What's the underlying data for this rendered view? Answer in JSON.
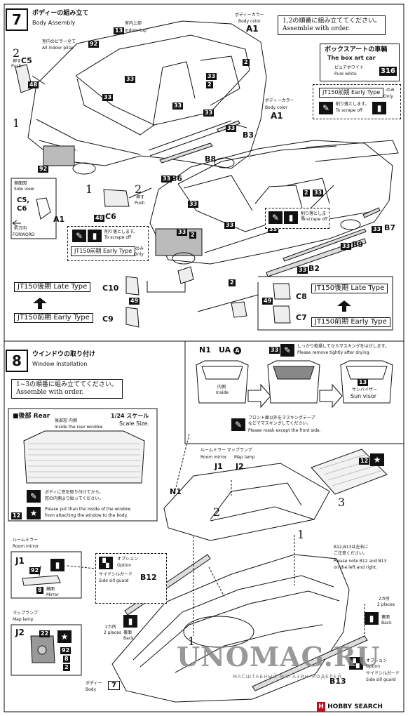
{
  "step7": {
    "number": "7",
    "title_jp": "ボディーの組み立て",
    "title_en": "Body Assembly",
    "body_color_1_jp": "ボディーカラー",
    "body_color_1_en": "Body color",
    "body_color_1_code": "A1",
    "body_color_2_jp": "ボディーカラー",
    "body_color_2_en": "Body color",
    "body_color_2_code": "A1",
    "interior_top_jp": "室内上部",
    "interior_top_en": "Indoor top",
    "interior_top_color": "13",
    "pillar_jp": "室内のピラー全て",
    "pillar_en": "All indoor pillar",
    "pillar_color": "92",
    "assemble_jp": "1,2の順番に組み立ててください。",
    "assemble_en": "Assemble with order.",
    "boxart_jp": "ボックスアートの車輌",
    "boxart_en": "The box art car",
    "pure_white_jp": "ピュアホワイト",
    "pure_white_en": "Pure white",
    "pure_white_code": "316",
    "jt150_early_label": "JT150前期 Early Type",
    "only_jp": "のみ",
    "only_en": "Only",
    "scrape_jp": "削り落とします。",
    "scrape_en": "To scrape off",
    "side_view_jp": "側面図",
    "side_view_en": "Side view",
    "forward_jp": "前方向",
    "forward_en": "FORWORD",
    "c5c6_label": "C5,\nC6",
    "push_jp": "押す",
    "push_en": "Push",
    "late_type_label": "JT150後期 Late Type",
    "early_type_label": "JT150前期 Early Type",
    "parts": {
      "c5": "C5",
      "c6": "C6",
      "c7": "C7",
      "c8": "C8",
      "c9": "C9",
      "c10": "C10",
      "b3": "B3",
      "b6": "B6",
      "b7": "B7",
      "b8": "B8",
      "b9": "B9",
      "b2": "B2",
      "a1": "A1"
    },
    "color_codes": {
      "c33": "33",
      "c2": "2",
      "c92": "92",
      "c48": "48",
      "c49": "49"
    },
    "step_marks": {
      "one": "1",
      "two": "2"
    }
  },
  "step8": {
    "number": "8",
    "title_jp": "ウインドウの取り付け",
    "title_en": "Window Installation",
    "assemble_jp": "1~3の順番に組み立ててください。",
    "assemble_en": "Assemble with order.",
    "rear_jp": "後部",
    "rear_en": "Rear",
    "rear_window_jp": "後部窓 内側",
    "rear_window_en": "Inside the rear window",
    "scale_jp": "1/24 スケール",
    "scale_en": "Scale Size.",
    "rear_note_jp1": "ボディに窓を取り付けてから、",
    "rear_note_jp2": "窓の内側より貼ってください。",
    "rear_note_en1": "Please put than the inside of the window",
    "rear_note_en2": "from attaching the window to the body.",
    "rear_color": "12",
    "n1": "N1",
    "ua": "UA",
    "inside_jp": "内側",
    "inside_en": "Inside",
    "mask_remove_jp": "しっかり乾燥してからマスキングをはがします。",
    "mask_remove_en": "Please remove tightly after drying.",
    "mask_color": "33",
    "mask_front_jp1": "フロント面以外をマスキングテープ",
    "mask_front_jp2": "などでマスキングしてください。",
    "mask_front_en": "Please mask except the front side.",
    "sun_visor_jp": "サンバイザー",
    "sun_visor_en": "Sun visor",
    "sun_visor_color": "13",
    "room_mirror_map_jp": "ルームミラー マップランプ",
    "room_mirror_en": "Room mirror",
    "map_lamp_en": "Map lamp",
    "j1": "J1",
    "j2": "J2",
    "n1_body": "N1",
    "room_mirror_side_jp": "ルームミラー",
    "room_mirror_side_en": "Room mirror",
    "mirror_jp": "鏡面",
    "mirror_en": "Mirror",
    "map_lamp_side_jp": "マップランプ",
    "map_lamp_side_en": "Map lamp",
    "option_jp": "オプション",
    "option_en": "Option",
    "side_sill_jp": "サイドシルガード",
    "side_sill_en": "Side sill guard",
    "b12": "B12",
    "b13": "B13",
    "b12b13_note_jp": "B12,B13は左右に",
    "b12b13_note_jp2": "ご注意ください。",
    "b12b13_note_en1": "Please note B12 and B13",
    "b12b13_note_en2": "on the left and right.",
    "two_places_jp": "2カ所",
    "two_places_en": "2 places",
    "back_jp": "裏面",
    "back_en": "Back",
    "body_jp": "ボディー",
    "body_en": "Body",
    "body_step": "7",
    "codes": {
      "c92": "92",
      "c8": "8",
      "c2": "2",
      "c22": "22",
      "c12": "12"
    },
    "step_marks": {
      "one": "1",
      "two": "2",
      "three": "3"
    }
  },
  "watermark": {
    "logo": "UNOMAG.RU",
    "tagline": "МАСШТАБНЫЙ МАГАЗИН МОДЕЛЕЙ",
    "hobby_search": "HOBBY SEARCH"
  }
}
